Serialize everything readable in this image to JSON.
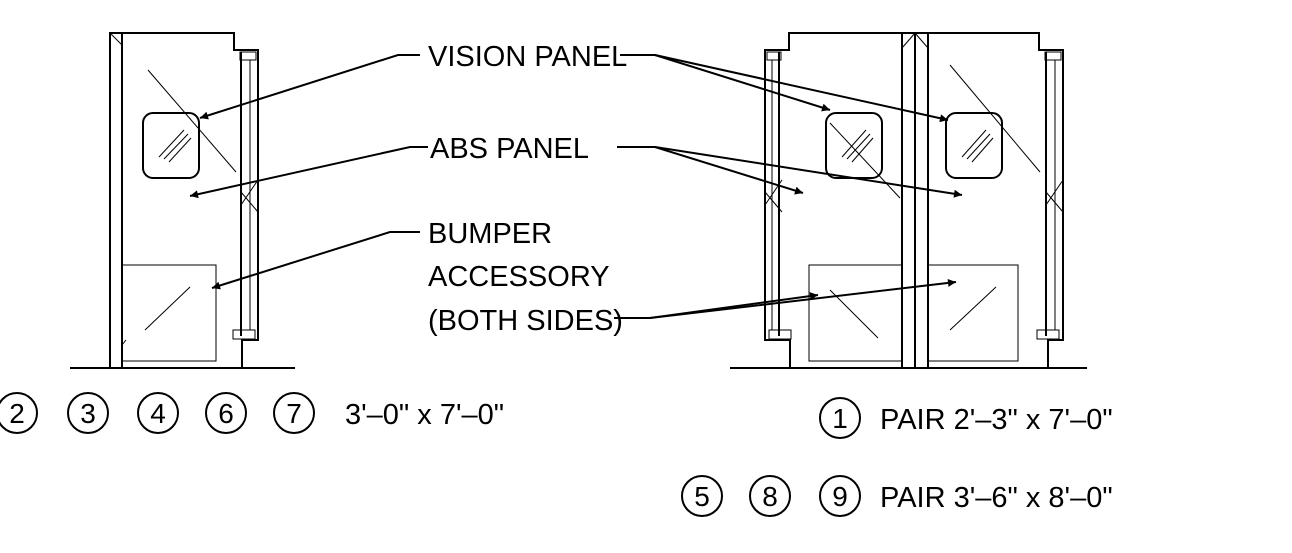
{
  "labels": {
    "vision_panel": "VISION PANEL",
    "abs_panel": "ABS PANEL",
    "bumper_line1": "BUMPER",
    "bumper_line2": "ACCESSORY",
    "bumper_line3": "(BOTH SIDES)"
  },
  "callouts": {
    "single_door": {
      "tags": [
        "2",
        "3",
        "4",
        "6",
        "7"
      ],
      "size": "3'–0\" x 7'–0\""
    },
    "pair_small": {
      "tags": [
        "1"
      ],
      "size": "PAIR 2'–3\" x 7'–0\""
    },
    "pair_large": {
      "tags": [
        "5",
        "8",
        "9"
      ],
      "size": "PAIR 3'–6\" x 8'–0\""
    }
  }
}
